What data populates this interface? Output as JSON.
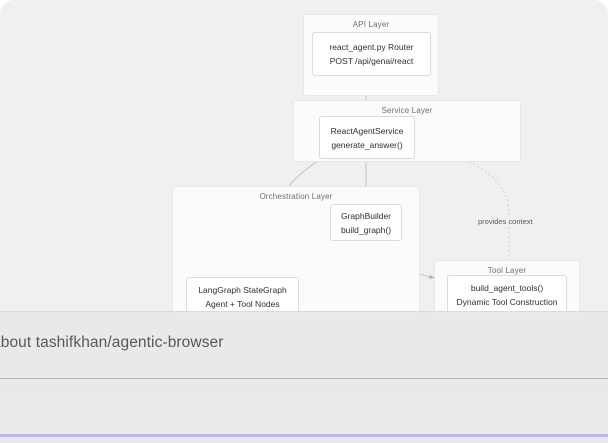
{
  "diagram": {
    "groups": [
      {
        "id": "api",
        "label": "API Layer"
      },
      {
        "id": "service",
        "label": "Service Layer"
      },
      {
        "id": "orchestration",
        "label": "Orchestration Layer"
      },
      {
        "id": "tool",
        "label": "Tool Layer"
      }
    ],
    "nodes": [
      {
        "id": "router",
        "line1": "react_agent.py Router",
        "line2": "POST /api/genai/react"
      },
      {
        "id": "service",
        "line1": "ReactAgentService",
        "line2": "generate_answer()"
      },
      {
        "id": "graphbuilder",
        "line1": "GraphBuilder",
        "line2": "build_graph()"
      },
      {
        "id": "stategraph",
        "line1": "LangGraph StateGraph",
        "line2": "Agent + Tool Nodes"
      },
      {
        "id": "tools",
        "line1": "build_agent_tools()",
        "line2": "Dynamic Tool Construction"
      }
    ],
    "edge_labels": [
      {
        "id": "provides-context",
        "label": "provides context"
      }
    ],
    "colors": {
      "canvas": "#f1f0ee",
      "group_fill": "#fbfbfa",
      "group_border": "#e9e8e6",
      "node_fill": "#ffffff",
      "node_border": "#dcdbd9",
      "edge": "#c2c1bf",
      "text": "#2f2f2f"
    }
  },
  "overlay": {
    "heading": "about tashifkhan/agentic-browser",
    "accent_color": "#b9b7ea"
  }
}
